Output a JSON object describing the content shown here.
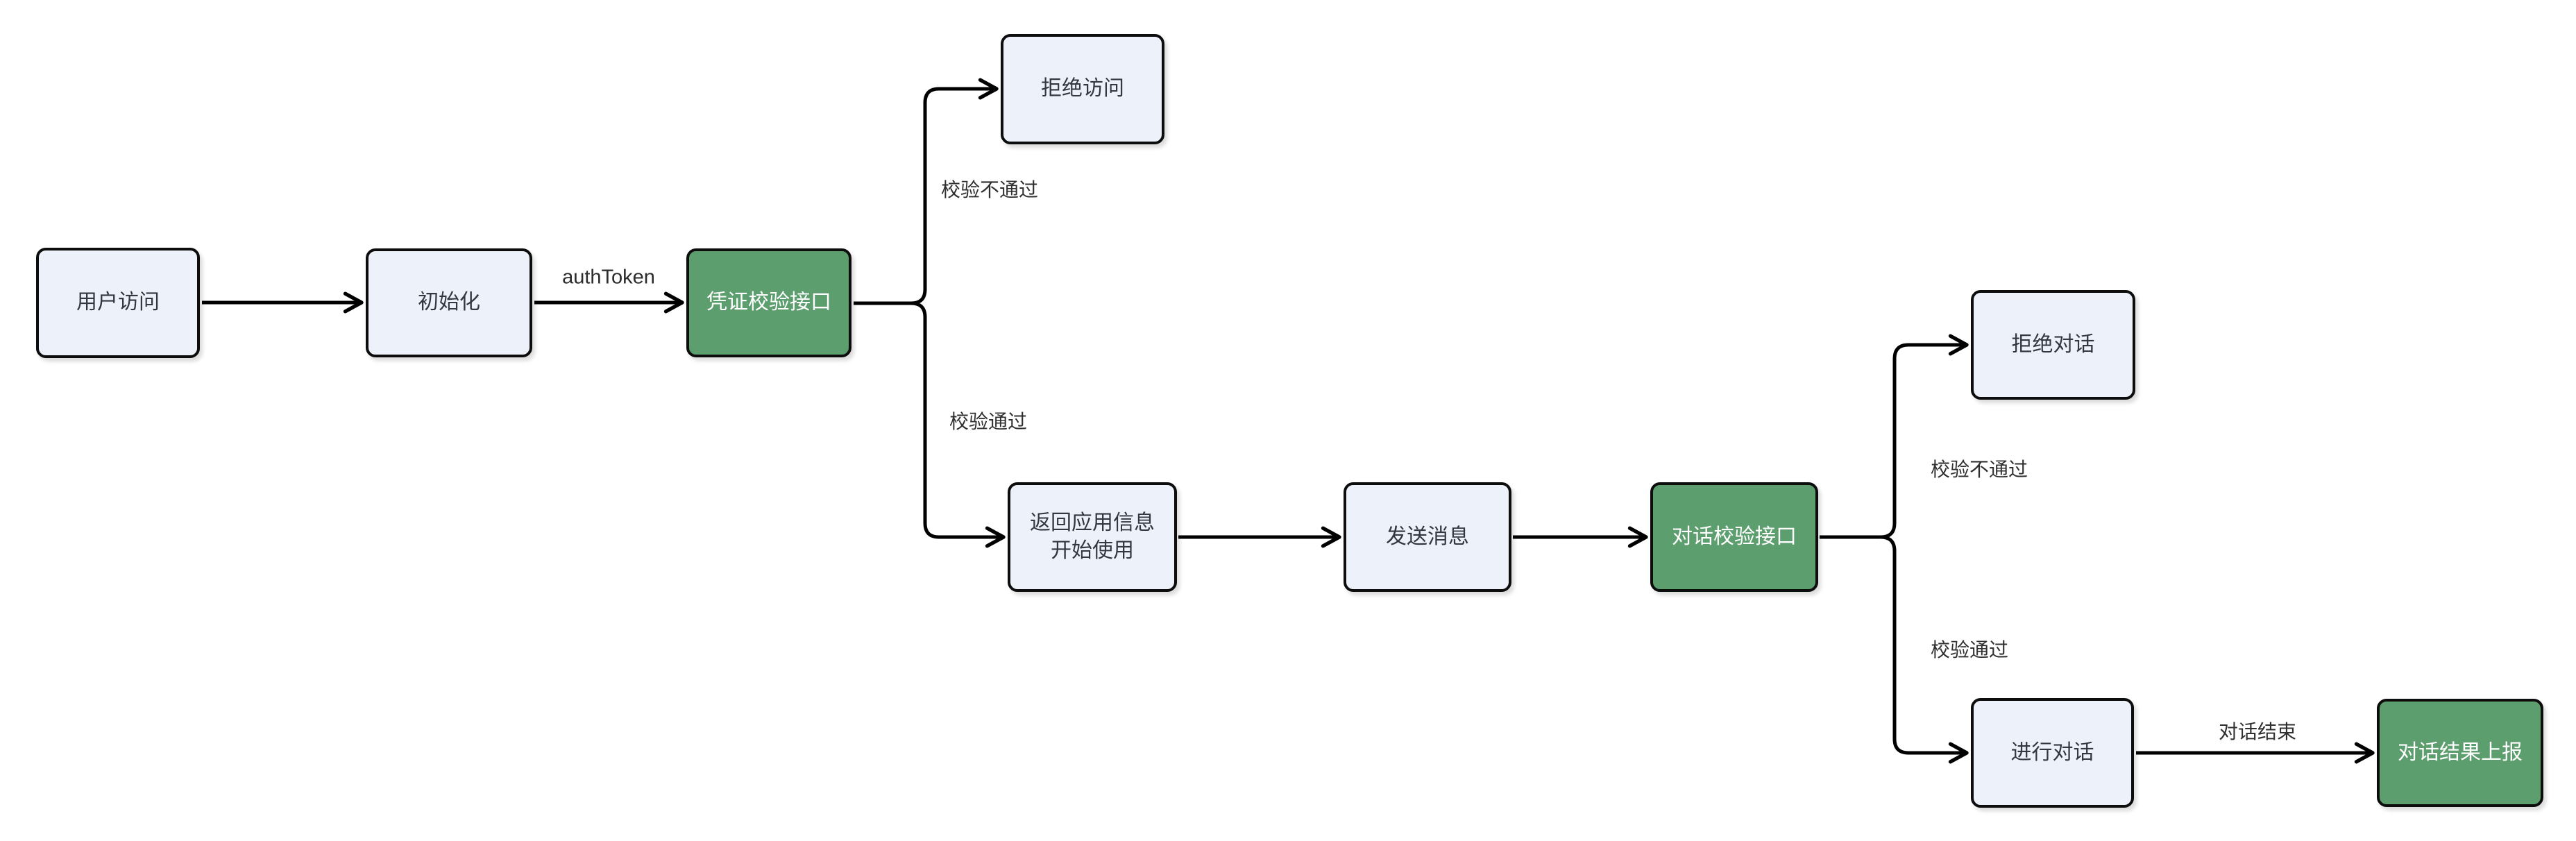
{
  "diagram": {
    "type": "flowchart",
    "background_color": "#ffffff",
    "colors": {
      "process_node_fill": "#edf1fa",
      "process_node_text": "#33373e",
      "interface_node_fill": "#5d9e6f",
      "interface_node_text": "#ffffff",
      "node_border": "#0d0d0d",
      "edge_stroke": "#000000",
      "edge_label_text": "#2f2f2f"
    },
    "nodes": [
      {
        "id": "user-visit",
        "label": "用户访问",
        "style": "light"
      },
      {
        "id": "init",
        "label": "初始化",
        "style": "light"
      },
      {
        "id": "credential-check-api",
        "label": "凭证校验接口",
        "style": "green"
      },
      {
        "id": "deny-access",
        "label": "拒绝访问",
        "style": "light"
      },
      {
        "id": "return-app-info",
        "lines": [
          "返回应用信息",
          "开始使用"
        ],
        "style": "light"
      },
      {
        "id": "send-message",
        "label": "发送消息",
        "style": "light"
      },
      {
        "id": "dialog-check-api",
        "label": "对话校验接口",
        "style": "green"
      },
      {
        "id": "deny-dialog",
        "label": "拒绝对话",
        "style": "light"
      },
      {
        "id": "do-dialog",
        "label": "进行对话",
        "style": "light"
      },
      {
        "id": "dialog-result-report",
        "label": "对话结果上报",
        "style": "green"
      }
    ],
    "edge_labels": [
      {
        "id": "auth-token",
        "text": "authToken"
      },
      {
        "id": "credential-fail",
        "text": "校验不通过"
      },
      {
        "id": "credential-pass",
        "text": "校验通过"
      },
      {
        "id": "dialog-fail",
        "text": "校验不通过"
      },
      {
        "id": "dialog-pass",
        "text": "校验通过"
      },
      {
        "id": "dialog-end",
        "text": "对话结束"
      }
    ],
    "edges": [
      {
        "from": "用户访问",
        "to": "初始化",
        "label": ""
      },
      {
        "from": "初始化",
        "to": "凭证校验接口",
        "label": "authToken"
      },
      {
        "from": "凭证校验接口",
        "to": "拒绝访问",
        "label": "校验不通过"
      },
      {
        "from": "凭证校验接口",
        "to": "返回应用信息 开始使用",
        "label": "校验通过"
      },
      {
        "from": "返回应用信息 开始使用",
        "to": "发送消息",
        "label": ""
      },
      {
        "from": "发送消息",
        "to": "对话校验接口",
        "label": ""
      },
      {
        "from": "对话校验接口",
        "to": "拒绝对话",
        "label": "校验不通过"
      },
      {
        "from": "对话校验接口",
        "to": "进行对话",
        "label": "校验通过"
      },
      {
        "from": "进行对话",
        "to": "对话结果上报",
        "label": "对话结束"
      }
    ]
  }
}
